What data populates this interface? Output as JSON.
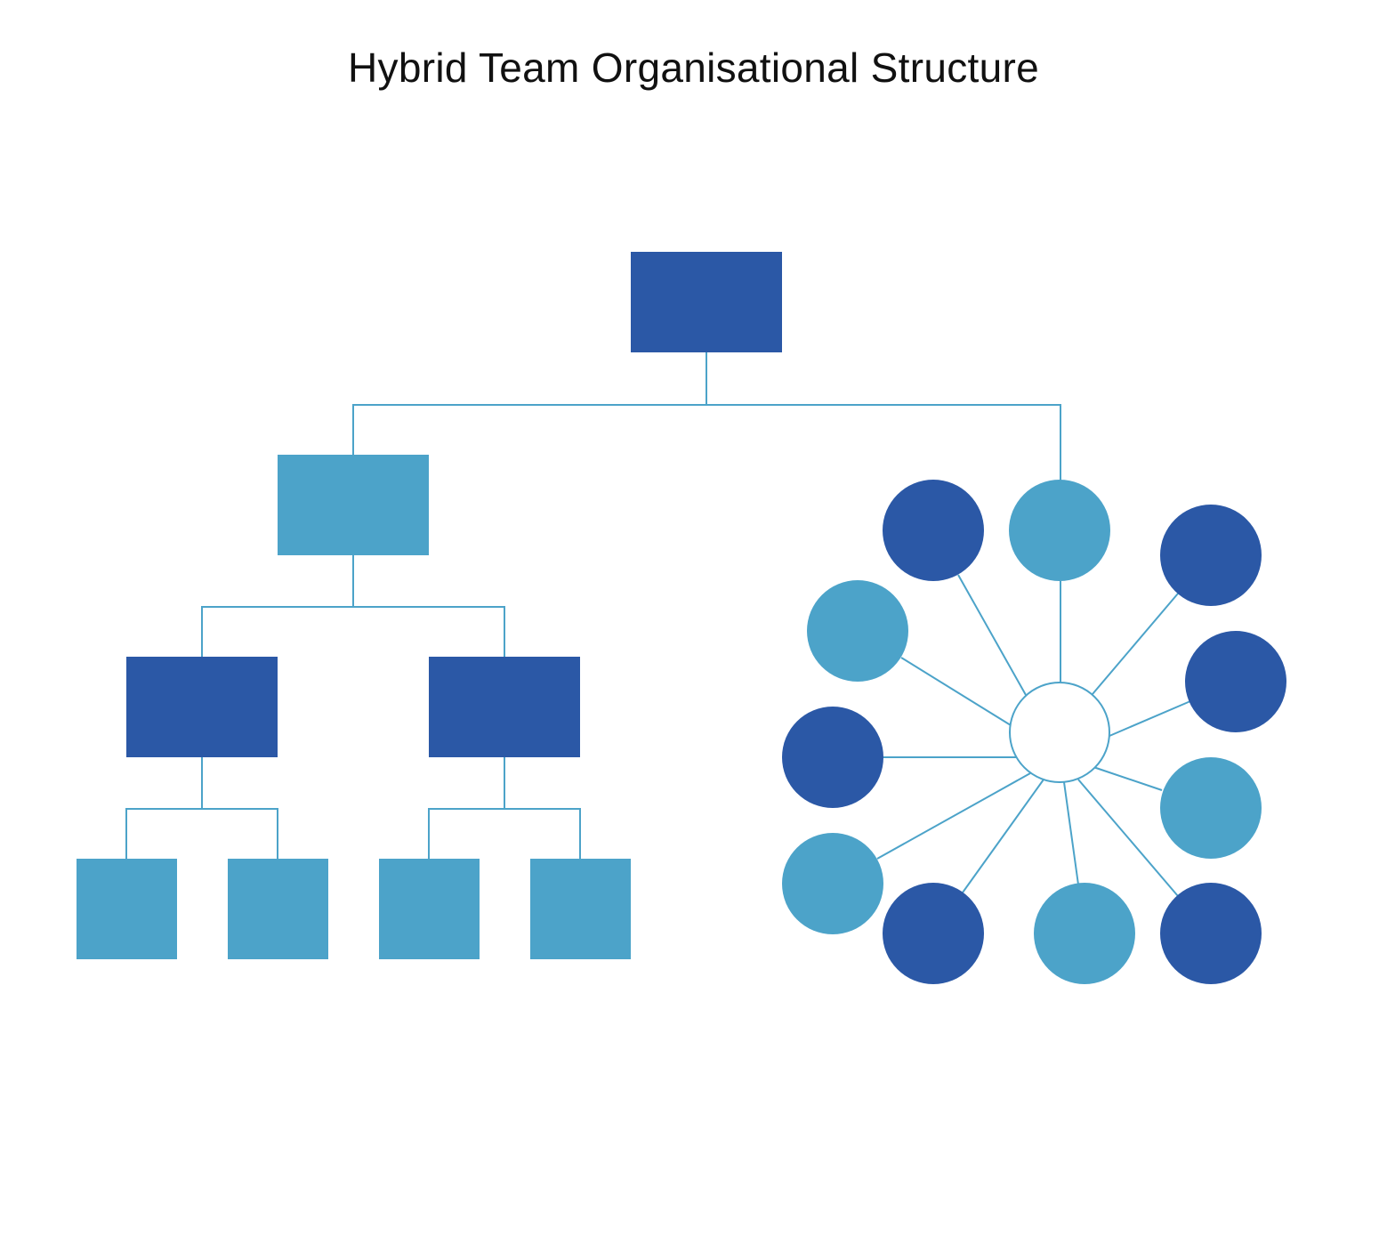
{
  "title": "Hybrid Team Organisational Structure",
  "colors": {
    "dark": "#2b58a6",
    "light": "#4ca3c9",
    "connector": "#4ca3c9",
    "hub_fill": "#ffffff",
    "hub_stroke": "#4ca3c9",
    "background": "#ffffff"
  },
  "hierarchy": {
    "root": {
      "tone": "dark"
    },
    "level1": [
      {
        "tone": "light"
      }
    ],
    "level2": [
      {
        "tone": "dark"
      },
      {
        "tone": "dark"
      }
    ],
    "level3": [
      {
        "tone": "light"
      },
      {
        "tone": "light"
      },
      {
        "tone": "light"
      },
      {
        "tone": "light"
      }
    ]
  },
  "network": {
    "hub": {
      "tone": "white"
    },
    "nodes": [
      {
        "tone": "light"
      },
      {
        "tone": "dark"
      },
      {
        "tone": "light"
      },
      {
        "tone": "dark"
      },
      {
        "tone": "light"
      },
      {
        "tone": "dark"
      },
      {
        "tone": "light"
      },
      {
        "tone": "dark"
      },
      {
        "tone": "light"
      },
      {
        "tone": "dark"
      },
      {
        "tone": "dark"
      }
    ]
  }
}
